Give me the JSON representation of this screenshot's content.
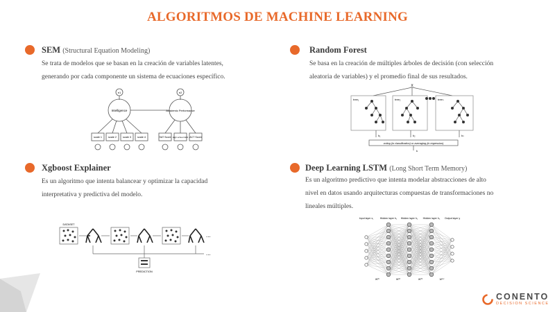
{
  "title": "ALGORITMOS DE MACHINE LEARNING",
  "colors": {
    "accent": "#e8692a",
    "text": "#444444"
  },
  "sections": {
    "sem": {
      "title": "SEM",
      "subtitle": "(Structural Equation Modeling)",
      "body": [
        "Se trata de modelos que se basan en la creación de variables latentes,",
        "generando por cada componente un sistema de ecuaciones específico."
      ]
    },
    "rf": {
      "title": "Random Forest",
      "body": [
        "Se basa en la creación de múltiples árboles de decisión (con selección",
        "aleatoria de variables) y el promedio final de sus resultados."
      ]
    },
    "xgb": {
      "title": "Xgboost Explainer",
      "body": [
        "Es un algoritmo que intenta balancear y optimizar la capacidad",
        "interpretativa y predictiva del modelo."
      ]
    },
    "lstm": {
      "title": "Deep Learning LSTM",
      "subtitle": "(Long Short Term Memory)",
      "body": [
        "Es un algoritmo predictivo que intenta modelar abstracciones de alto",
        "nivel en datos usando arquitecturas compuestas de transformaciones no",
        "lineales múltiples."
      ]
    }
  },
  "sem_figure": {
    "latent_left": "Intelligence",
    "latent_right": "Academic Performance",
    "top_labels": [
      "e1",
      "e2"
    ],
    "left_indicators": [
      "scale 1",
      "scale 2",
      "scale 3",
      "scale 4"
    ],
    "right_indicators": [
      "SAT Score",
      "High school GPA",
      "ACT Score"
    ]
  },
  "rf_figure": {
    "x_label": "X",
    "tree_labels": [
      "tree₁",
      "tree₂",
      "treeₙ"
    ],
    "leaf_labels": [
      "k₁",
      "k₂",
      "kₙ"
    ],
    "footer": "voting (in classification) or averaging (in regression)",
    "result": "k"
  },
  "xgb_figure": {
    "dataset_label": "DATASET",
    "final_label": "PREDICTION",
    "ellipsis": "..."
  },
  "lstm_figure": {
    "layer_labels": [
      "Input layer x₁",
      "Hidden layer h₁",
      "Hidden layer h₂",
      "Hidden layer h₃",
      "Output layer y"
    ],
    "weights": [
      "W⁽¹⁾",
      "W⁽²⁾",
      "W⁽³⁾",
      "W⁽⁴⁾"
    ]
  },
  "logo": {
    "name": "CONENTO",
    "tagline": "DECISION SCIENCE"
  }
}
